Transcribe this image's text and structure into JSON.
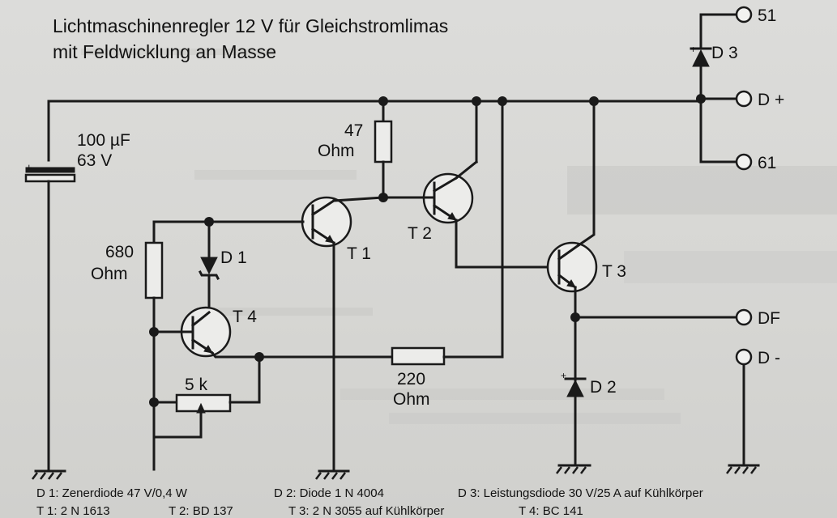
{
  "title": {
    "line1": "Lichtmaschinenregler 12 V für Gleichstromlimas",
    "line2": "mit Feldwicklung an Masse"
  },
  "components": {
    "capacitor": {
      "value1": "100 µF",
      "value2": "63 V"
    },
    "r680": {
      "value1": "680",
      "value2": "Ohm"
    },
    "r47": {
      "value1": "47",
      "value2": "Ohm"
    },
    "r220": {
      "value1": "220",
      "value2": "Ohm"
    },
    "pot": {
      "value": "5 k"
    },
    "d1": "D 1",
    "d2": "D 2",
    "d3": "D 3",
    "t1": "T 1",
    "t2": "T 2",
    "t3": "T 3",
    "t4": "T 4"
  },
  "terminals": {
    "t51": "51",
    "dplus": "D +",
    "t61": "61",
    "df": "DF",
    "dminus": "D -"
  },
  "legend": {
    "d1": "D 1: Zenerdiode 47 V/0,4 W",
    "d2": "D 2: Diode 1 N 4004",
    "d3": "D 3: Leistungsdiode 30 V/25 A auf Kühlkörper",
    "t1": "T 1: 2 N 1613",
    "t2": "T 2: BD 137",
    "t3": "T 3: 2 N 3055 auf Kühlkörper",
    "t4": "T 4: BC 141"
  }
}
